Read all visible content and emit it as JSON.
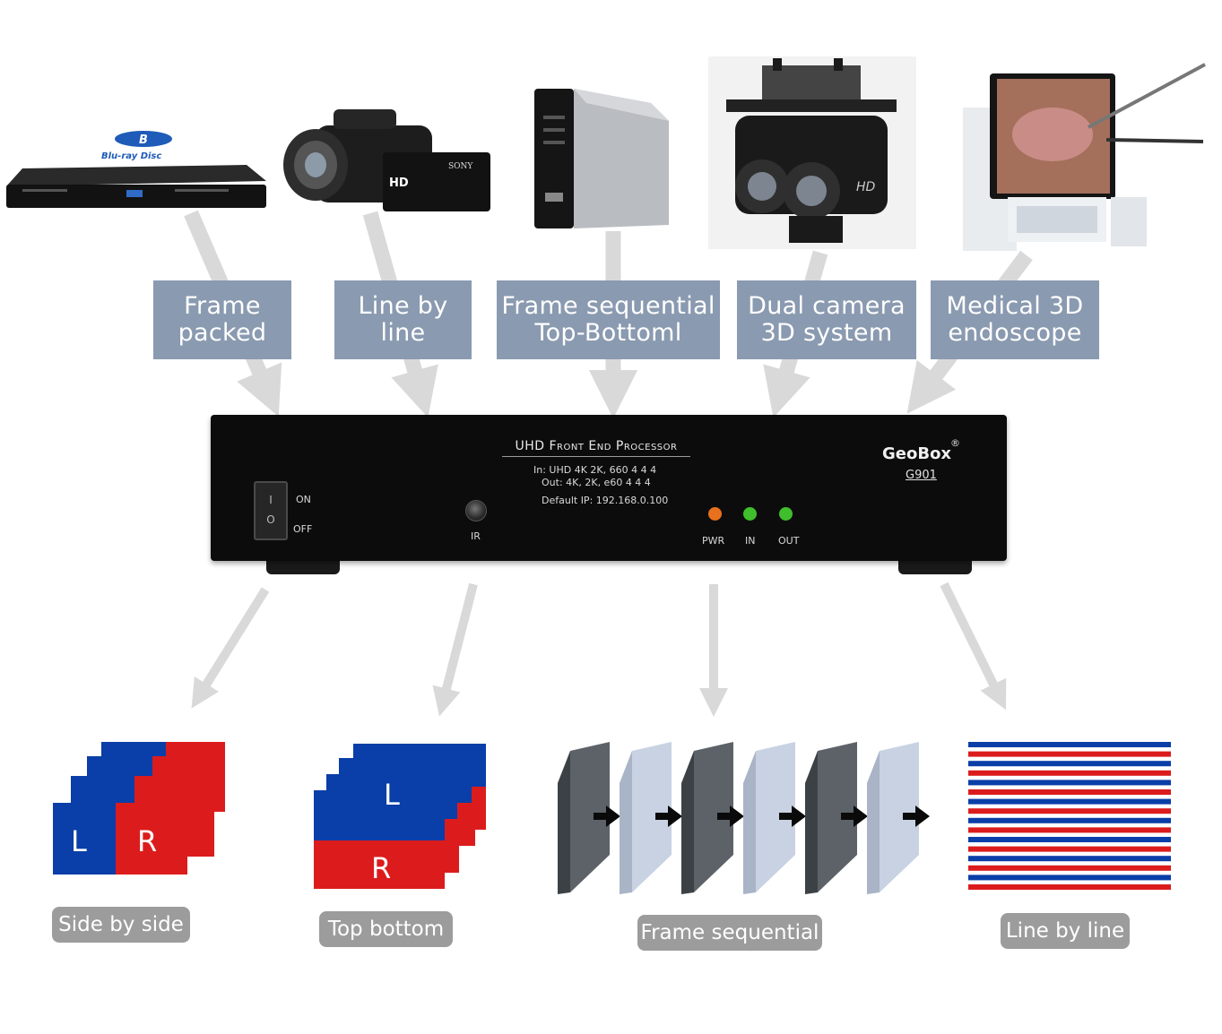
{
  "sources": [
    {
      "label": "Frame\npacked",
      "device_icon": "blu-ray-player-icon",
      "brand_text": "Blu-ray Disc"
    },
    {
      "label": "Line by\nline",
      "device_icon": "camcorder-icon",
      "brand_text": "SONY",
      "badge_text": "HD"
    },
    {
      "label": "Frame sequential\nTop-Bottoml",
      "device_icon": "media-server-icon"
    },
    {
      "label": "Dual camera\n3D system",
      "device_icon": "dual-camera-rig-icon",
      "badge_text": "HD"
    },
    {
      "label": "Medical 3D\nendoscope",
      "device_icon": "endoscope-monitor-icon"
    }
  ],
  "processor": {
    "title": "UHD Front End Processor",
    "line_in": "In: UHD 4K 2K, 660 4 4 4",
    "line_out": "Out: 4K, 2K, e60 4 4 4",
    "default_ip": "Default IP: 192.168.0.100",
    "brand": "GeoBox",
    "brand_mark": "®",
    "model": "G901",
    "switch_on": "ON",
    "switch_off": "OFF",
    "switch_i": "I",
    "switch_o": "O",
    "ir": "IR",
    "led_pwr": "PWR",
    "led_in": "IN",
    "led_out": "OUT",
    "colors": {
      "pwr": "#e8711d",
      "in": "#3fbf2b",
      "out": "#3fbf2b"
    }
  },
  "outputs": [
    {
      "label": "Side by side",
      "left": "L",
      "right": "R"
    },
    {
      "label": "Top bottom",
      "top": "L",
      "bottom": "R"
    },
    {
      "label": "Frame sequential"
    },
    {
      "label": "Line by line"
    }
  ],
  "colors": {
    "label_bg": "#8a9ab0",
    "arrow": "#d9d9d9",
    "left_eye": "#0a3ea8",
    "right_eye": "#dc1c1c",
    "frame_dark": "#5c6268",
    "frame_light": "#c8d2e2",
    "output_label_bg": "#9c9c9c"
  }
}
